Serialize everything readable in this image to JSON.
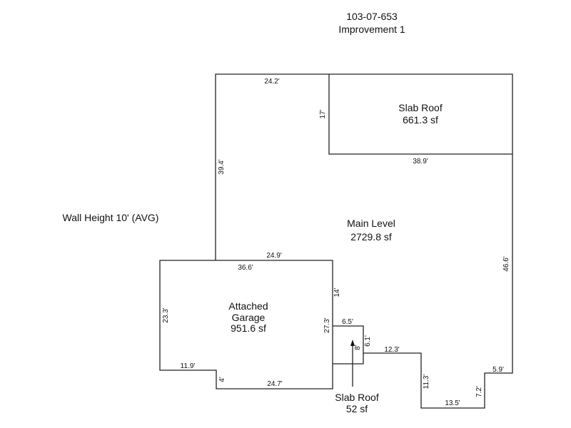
{
  "header": {
    "parcel_id": "103-07-653",
    "improvement": "Improvement 1"
  },
  "wall_height": "Wall Height 10' (AVG)",
  "areas": {
    "slab_roof_top": {
      "name": "Slab Roof",
      "area": "661.3 sf"
    },
    "main_level": {
      "name": "Main Level",
      "area": "2729.8 sf"
    },
    "garage": {
      "name_line1": "Attached",
      "name_line2": "Garage",
      "area": "951.6 sf"
    },
    "slab_roof_small": {
      "name": "Slab Roof",
      "area": "52 sf"
    }
  },
  "dimensions": {
    "d24_2": "24.2'",
    "d17": "17'",
    "d38_9": "38.9'",
    "d39_4": "39.4'",
    "d46_6": "46.6'",
    "d24_9": "24.9'",
    "d36_6": "36.6'",
    "d14": "14'",
    "d23_3": "23.3'",
    "d27_3": "27.3'",
    "d6_5": "6.5'",
    "d6_1": "6.1'",
    "d8": "8'",
    "d12_3": "12.3'",
    "d11_9": "11.9'",
    "d4": "4'",
    "d24_7": "24.7'",
    "d11_3": "11.3'",
    "d13_5": "13.5'",
    "d7_2": "7.2'",
    "d5_9": "5.9'"
  }
}
